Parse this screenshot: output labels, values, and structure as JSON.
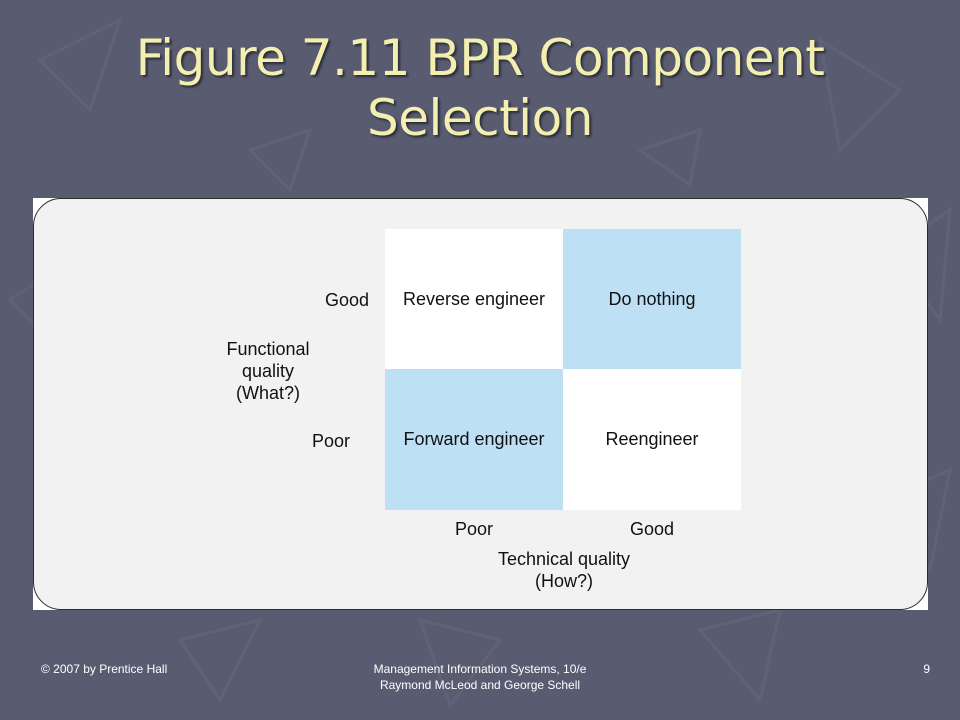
{
  "slide": {
    "title_line1": "Figure 7.11 BPR Component",
    "title_line2": "Selection"
  },
  "matrix": {
    "cells": {
      "good_functional_poor_technical": "Reverse engineer",
      "good_functional_good_technical": "Do nothing",
      "poor_functional_poor_technical": "Forward engineer",
      "poor_functional_good_technical": "Reengineer"
    },
    "y_axis": {
      "title_lines": [
        "Functional",
        "quality",
        "(What?)"
      ],
      "good": "Good",
      "poor": "Poor"
    },
    "x_axis": {
      "title_lines": [
        "Technical quality",
        "(How?)"
      ],
      "poor": "Poor",
      "good": "Good"
    },
    "colors": {
      "highlight": "#bde0f5",
      "plain": "#ffffff"
    }
  },
  "footer": {
    "copyright": "© 2007 by Prentice Hall",
    "book_line1": "Management Information Systems, 10/e",
    "book_line2": "Raymond McLeod and George Schell",
    "page_number": "9"
  },
  "theme": {
    "background": "#595c70",
    "title_color": "#f2efb0"
  }
}
